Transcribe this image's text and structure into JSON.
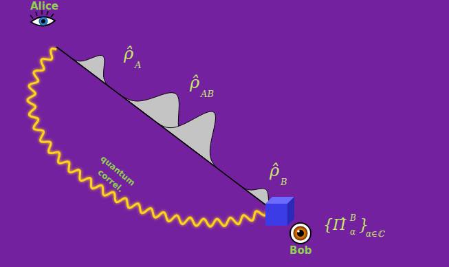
{
  "diagram": {
    "labels": [
      "Alice",
      "ρ̂",
      "A",
      "ρ̂",
      "AB",
      "ρ̂",
      "B",
      "quantum",
      "correl.",
      "Bob",
      "{Π̂",
      "B",
      "α",
      "}",
      "α∈ℂ"
    ]
  }
}
